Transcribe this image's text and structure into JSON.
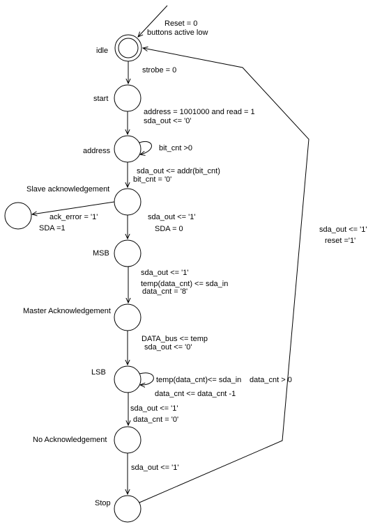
{
  "states": {
    "idle": "idle",
    "start": "start",
    "address": "address",
    "slave_ack": "Slave acknowledgement",
    "msb": "MSB",
    "master_ack": "Master Acknowledgement",
    "lsb": "LSB",
    "no_ack": "No Acknowledgement",
    "stop": "Stop"
  },
  "annotations": {
    "reset_line1": "Reset = 0",
    "reset_line2": "buttons active low",
    "strobe": "strobe = 0",
    "start_line1": "address = 1001000  and read = 1",
    "start_line2": "sda_out <= '0'",
    "bit_cnt_loop": "bit_cnt >0",
    "addr_line1": "sda_out <= addr(bit_cnt)",
    "addr_line2": "bit_cnt = '0'",
    "ack_error": "ack_error = '1'",
    "sda1": "SDA =1",
    "slave_line1": "sda_out <= '1'",
    "slave_line2": "SDA = 0",
    "msb_line1": "sda_out <= '1'",
    "msb_line2": "temp(data_cnt) <= sda_in",
    "msb_line3": "data_cnt = '8'",
    "master_line1": "DATA_bus <= temp",
    "master_line2": "sda_out <= '0'",
    "lsb_loop1": "temp(data_cnt)<= sda_in",
    "lsb_loop2": "data_cnt > 0",
    "lsb_loop3": "data_cnt <= data_cnt -1",
    "lsb_line1": "sda_out <= '1'",
    "lsb_line2": "data_cnt = '0'",
    "noack_line1": "sda_out <= '1'",
    "return_line1": "sda_out <= '1'",
    "return_line2": "reset ='1'"
  }
}
